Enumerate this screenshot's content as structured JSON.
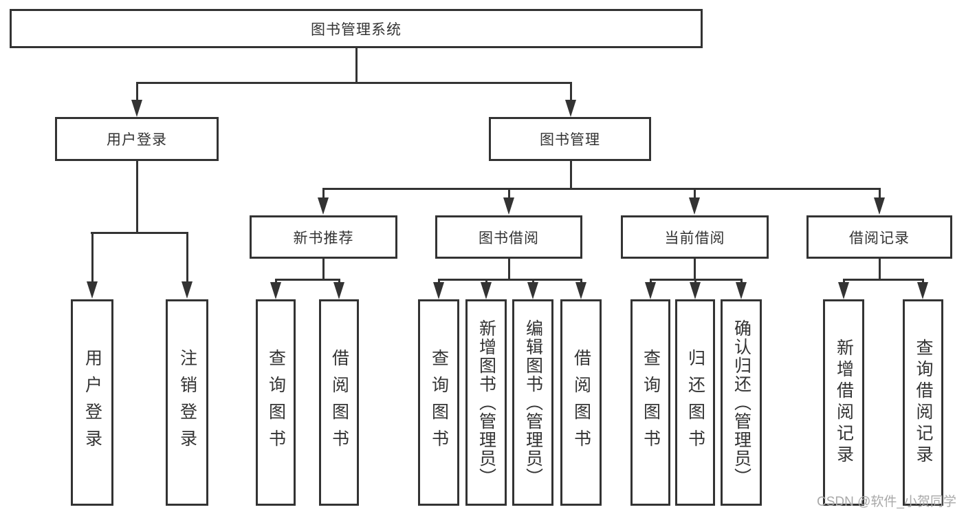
{
  "colors": {
    "line": "#333333",
    "text": "#333333",
    "background": "#ffffff",
    "watermark": "#a9a9a9"
  },
  "diagram": {
    "root": "图书管理系统",
    "branches": [
      {
        "label": "用户登录",
        "leaves": [
          "用户登录",
          "注销登录"
        ]
      },
      {
        "label": "图书管理",
        "groups": [
          {
            "label": "新书推荐",
            "leaves": [
              "查询图书",
              "借阅图书"
            ]
          },
          {
            "label": "图书借阅",
            "leaves": [
              "查询图书",
              "新增图书（管理员）",
              "编辑图书（管理员）",
              "借阅图书"
            ]
          },
          {
            "label": "当前借阅",
            "leaves": [
              "查询图书",
              "归还图书",
              "确认归还（管理员）"
            ]
          },
          {
            "label": "借阅记录",
            "leaves": [
              "新增借阅记录",
              "查询借阅记录"
            ]
          }
        ]
      }
    ]
  },
  "watermark": "CSDN @软件_小贺同学"
}
